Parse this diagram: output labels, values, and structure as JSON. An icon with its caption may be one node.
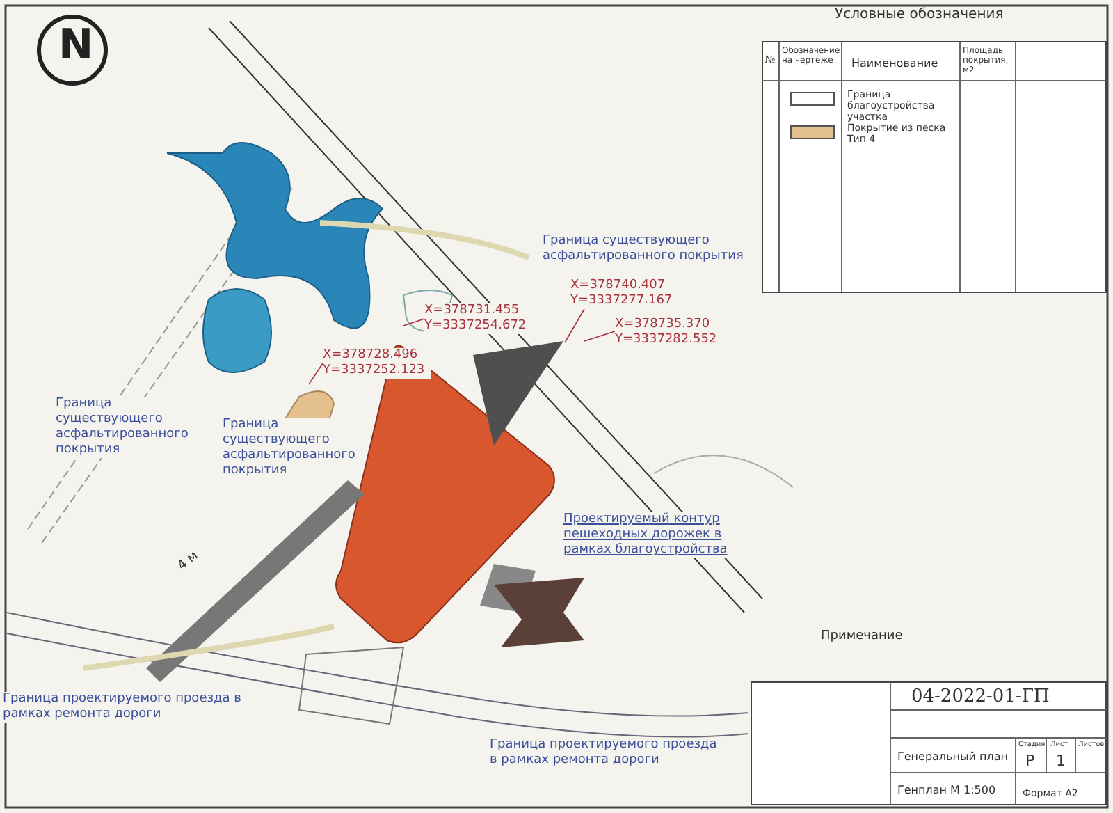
{
  "diagram": {
    "nodes": [
      {
        "text": [
          "X=378740.407 Y=3337277.167"
        ]
      },
      {
        "text": [
          "X=378735.370 Y=3337282.552"
        ]
      },
      {
        "text": [
          "X=378731.455 Y=3337254.672"
        ]
      },
      {
        "text": [
          "X=378728.496 Y=3337252.123"
        ]
      }
    ],
    "edges": [
      {
        "from": 0,
        "to": null,
        "arrow": "none"
      },
      {
        "from": 1,
        "to": null,
        "arrow": "none"
      },
      {
        "from": 2,
        "to": null,
        "arrow": "none"
      },
      {
        "from": 3,
        "to": null,
        "arrow": "none"
      }
    ],
    "labels": [
      "N",
      "Условные обозначения",
      "№",
      "Обозначение на чертеже",
      "Наименование",
      "Площадь покрытия, м2",
      "Граница существующего асфальтированного покрытия",
      "Граница существующего асфальтированного покрытия",
      "Граница существующего асфальтированного покрытия",
      "Проектируемый контур пешеходных дорожек в рамках благоустройства",
      "4 м",
      "Граница проектируемого проезда в рамках ремонта дороги",
      "Граница проектируемого проезда в рамках ремонта дороги",
      "Примечание",
      "04-2022-01-ГП",
      "Генеральный план",
      "Стадия",
      "Лист",
      "Листов",
      "Р",
      "1",
      "Генплан М 1:500",
      "Формат А2"
    ],
    "legend": [
      {
        "text": "Граница благоустройства участка"
      },
      {
        "text": "Покрытие из песка Тип 4",
        "color": "#e3c08e"
      }
    ]
  }
}
